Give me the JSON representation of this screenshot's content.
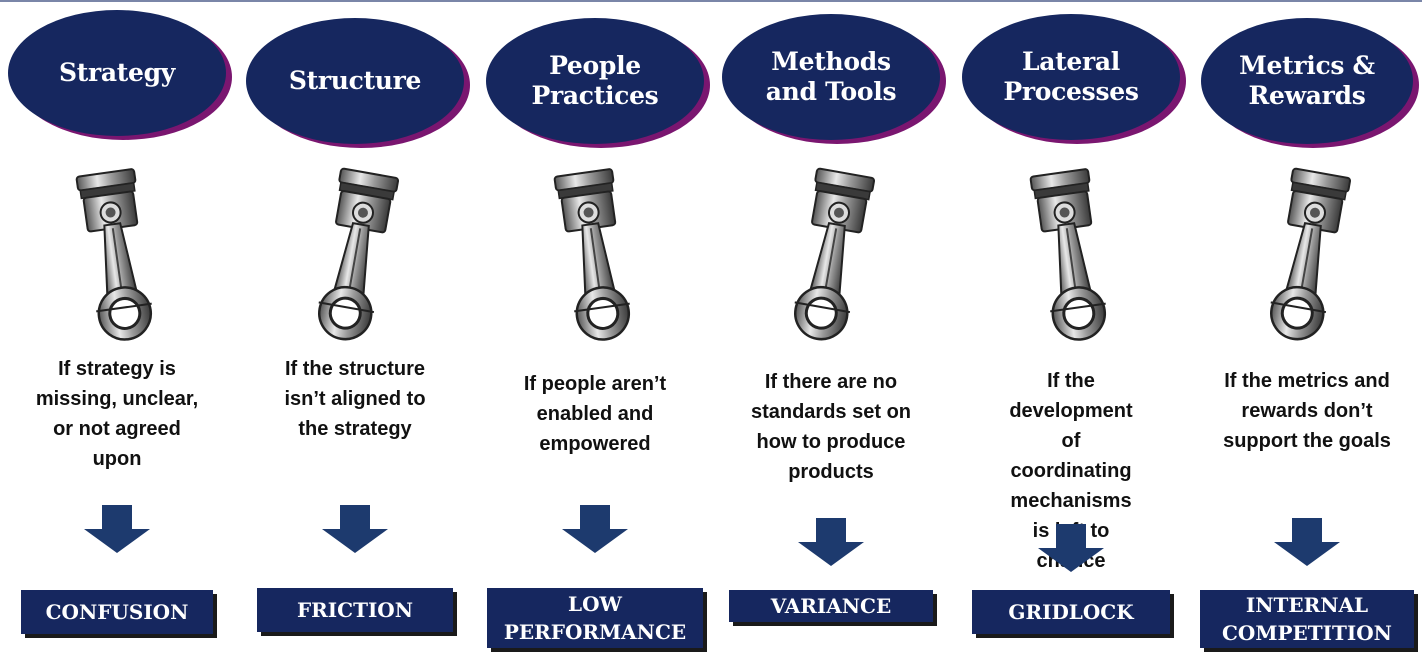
{
  "columns": [
    {
      "title": "Strategy",
      "description": "If strategy is missing, unclear, or not agreed upon",
      "outcome": "CONFUSION"
    },
    {
      "title": "Structure",
      "description": "If the structure isn’t aligned to the strategy",
      "outcome": "FRICTION"
    },
    {
      "title": "People Practices",
      "description": "If people aren’t enabled and empowered",
      "outcome": "LOW PERFORMANCE"
    },
    {
      "title": "Methods and Tools",
      "description": "If there are no standards set on how to produce products",
      "outcome": "VARIANCE"
    },
    {
      "title": "Lateral Processes",
      "description": "If the development of coordinating mechanisms is left to chance",
      "outcome": "GRIDLOCK"
    },
    {
      "title": "Metrics & Rewards",
      "description": "If the metrics and rewards don’t support the goals",
      "outcome": "INTERNAL COMPETITION"
    }
  ],
  "colors": {
    "navy": "#16275f",
    "magenta_shadow": "#7a1670",
    "arrow": "#1d3a6e"
  },
  "icons": {
    "piston": "piston-icon",
    "arrow": "arrow-down-icon"
  }
}
